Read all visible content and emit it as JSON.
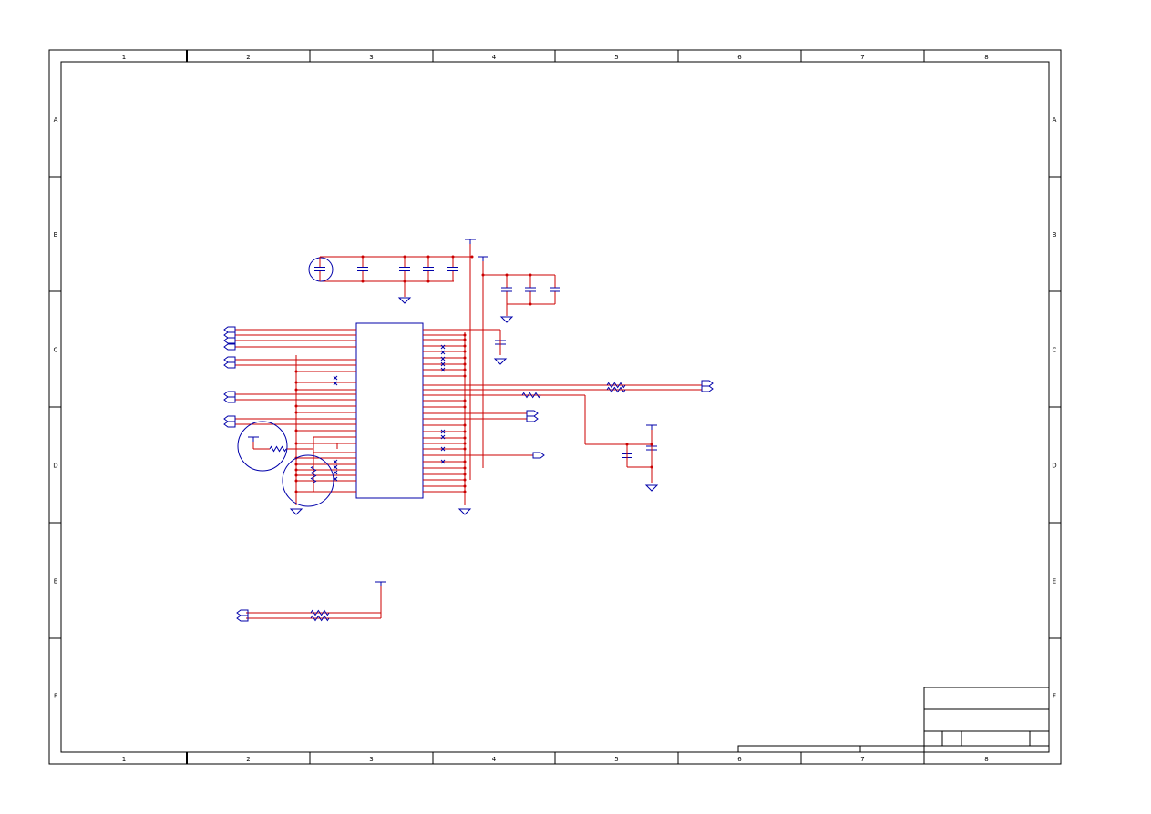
{
  "sheet": {
    "columns": [
      "1",
      "2",
      "3",
      "4",
      "5",
      "6",
      "7",
      "8"
    ],
    "rows": [
      "A",
      "B",
      "C",
      "D",
      "E",
      "F"
    ]
  },
  "colors": {
    "wire": "#cc0000",
    "symbol": "#0000aa",
    "frame": "#000000"
  },
  "icons": {
    "ic": "integrated-circuit-icon",
    "cap": "capacitor-icon",
    "res": "resistor-icon",
    "gnd": "ground-icon",
    "pwr": "power-rail-icon",
    "port": "offpage-connector-icon",
    "nc": "no-connect-icon"
  }
}
